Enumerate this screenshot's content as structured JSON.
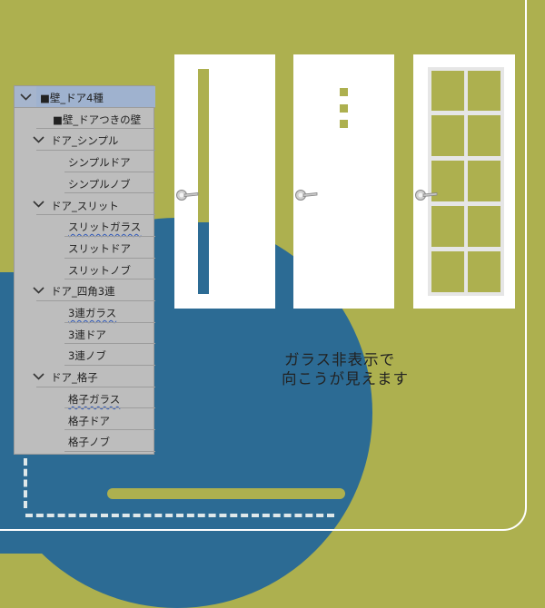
{
  "colors": {
    "background": "#adb04f",
    "blue_shape": "#2c6b94",
    "panel": "#bdbdbd",
    "selected_row": "#9fb2cf",
    "door": "#ffffff",
    "glass": "#adb04f",
    "lattice_frame": "#e6e6e6",
    "wavy_underline": "#2f58b8"
  },
  "layers": [
    {
      "label": "■壁_ドア4種",
      "kind": "folder",
      "expanded": true,
      "selected": true,
      "icon": "chevron-down-icon"
    },
    {
      "label": "■壁_ドアつきの壁",
      "kind": "layer"
    },
    {
      "label": "ドア_シンプル",
      "kind": "folder",
      "expanded": true,
      "icon": "chevron-down-icon"
    },
    {
      "label": "シンプルドア",
      "kind": "layer"
    },
    {
      "label": "シンプルノブ",
      "kind": "layer"
    },
    {
      "label": "ドア_スリット",
      "kind": "folder",
      "expanded": true,
      "icon": "chevron-down-icon"
    },
    {
      "label": "スリットガラス",
      "kind": "layer",
      "underlined": true
    },
    {
      "label": "スリットドア",
      "kind": "layer"
    },
    {
      "label": "スリットノブ",
      "kind": "layer"
    },
    {
      "label": "ドア_四角3連",
      "kind": "folder",
      "expanded": true,
      "icon": "chevron-down-icon"
    },
    {
      "label": "3連ガラス",
      "kind": "layer",
      "underlined": true
    },
    {
      "label": "3連ドア",
      "kind": "layer"
    },
    {
      "label": "3連ノブ",
      "kind": "layer"
    },
    {
      "label": "ドア_格子",
      "kind": "folder",
      "expanded": true,
      "icon": "chevron-down-icon"
    },
    {
      "label": "格子ガラス",
      "kind": "layer",
      "underlined": true
    },
    {
      "label": "格子ドア",
      "kind": "layer"
    },
    {
      "label": "格子ノブ",
      "kind": "layer"
    }
  ],
  "doors": [
    {
      "name": "slit-door",
      "knob_icon": "door-lever-icon"
    },
    {
      "name": "triple-square-door",
      "knob_icon": "door-lever-icon"
    },
    {
      "name": "lattice-door",
      "knob_icon": "door-lever-icon"
    }
  ],
  "note": {
    "line1": "ガラス非表示で",
    "line2": "向こうが見えます"
  }
}
